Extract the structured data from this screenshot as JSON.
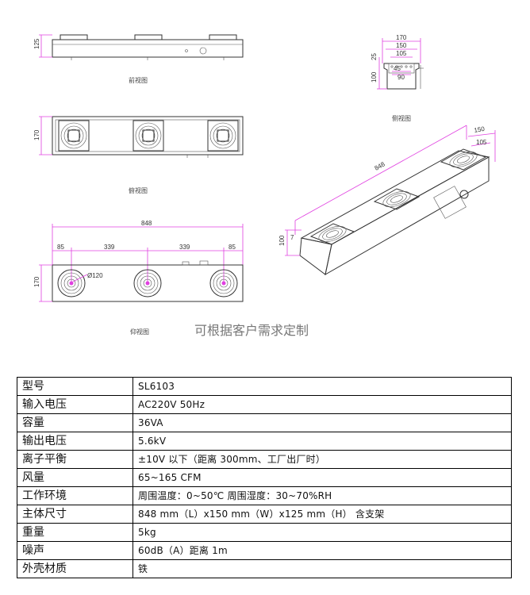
{
  "drawing": {
    "front_view": {
      "caption": "前视图",
      "dim_height": "125"
    },
    "top_view": {
      "caption": "俯视图",
      "dim_height": "170"
    },
    "bottom_view": {
      "caption": "仰视图",
      "dim_total": "848",
      "dim_left": "85",
      "dim_mid1": "339",
      "dim_mid2": "339",
      "dim_right": "85",
      "dim_height": "170",
      "dim_fan": "Ø120"
    },
    "side_view": {
      "caption": "侧视图",
      "dim_170": "170",
      "dim_150": "150",
      "dim_105": "105",
      "dim_25": "25",
      "dim_100": "100",
      "dim_45": "45",
      "dim_90": "90"
    },
    "iso_view": {
      "dim_848": "848",
      "dim_150": "150",
      "dim_105": "105",
      "dim_100": "100",
      "dim_7": "7"
    },
    "note": "可根据客户需求定制"
  },
  "spec_table": [
    {
      "label": "型号",
      "value": "SL6103"
    },
    {
      "label": "输入电压",
      "value": "AC220V      50Hz"
    },
    {
      "label": "容量",
      "value": "36VA"
    },
    {
      "label": "输出电压",
      "value": "5.6kV"
    },
    {
      "label": "离子平衡",
      "value": "±10V 以下（距离 300mm、工厂出厂时）"
    },
    {
      "label": "风量",
      "value": "65~165 CFM"
    },
    {
      "label": "工作环境",
      "value": "周围温度：0~50℃    周围湿度：30~70%RH"
    },
    {
      "label": "主体尺寸",
      "value": "848 mm（L）x150 mm（W）x125 mm（H）   含支架"
    },
    {
      "label": "重量",
      "value": "5kg"
    },
    {
      "label": "噪声",
      "value": "60dB（A）距离 1m"
    },
    {
      "label": "外壳材质",
      "value": "铁"
    }
  ]
}
